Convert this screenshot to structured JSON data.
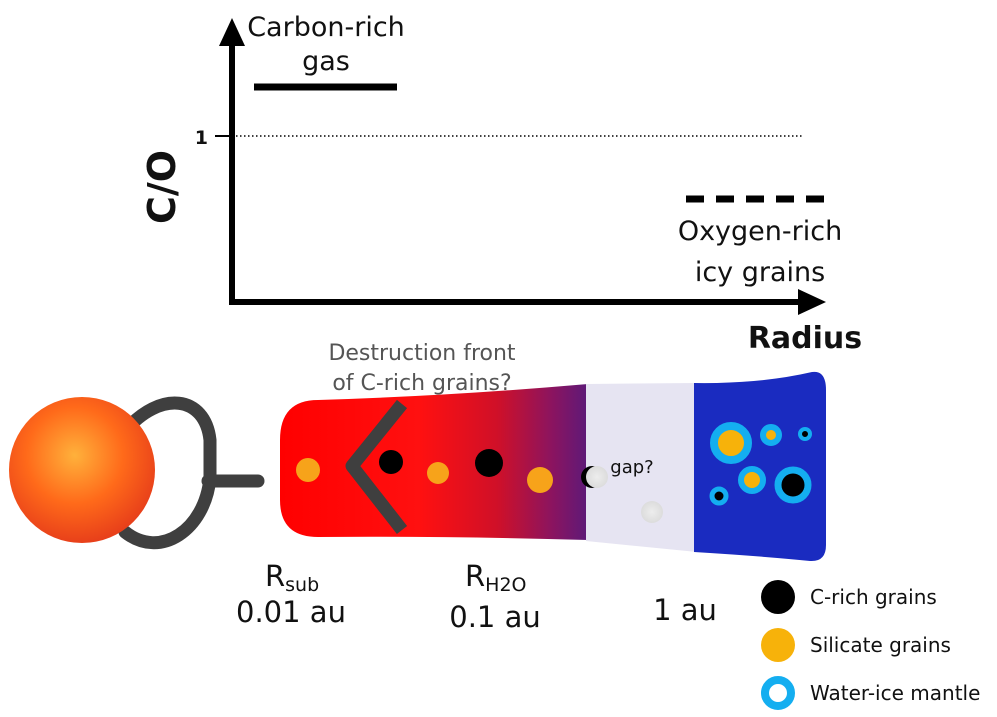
{
  "plot": {
    "y_axis_label": "C/O",
    "x_axis_label": "Radius",
    "y_tick": "1",
    "carbon_rich_line1": "Carbon-rich",
    "carbon_rich_line2": "gas",
    "oxygen_rich_line1": "Oxygen-rich",
    "oxygen_rich_line2": "icy grains"
  },
  "disk": {
    "destruction_line1": "Destruction front",
    "destruction_line2": "of C-rich grains?",
    "gap_label": "gap?"
  },
  "radii": {
    "rsub_main": "R",
    "rsub_sub": "sub",
    "rsub_value": "0.01 au",
    "rh2o_main": "R",
    "rh2o_sub": "H2O",
    "rh2o_value": "0.1 au",
    "one_au": "1 au"
  },
  "legend": [
    {
      "label": "C-rich grains",
      "color": "#000000"
    },
    {
      "label": "Silicate grains",
      "color": "#f7b20a"
    },
    {
      "label": "Water-ice mantle",
      "color": "#14aef0"
    }
  ]
}
